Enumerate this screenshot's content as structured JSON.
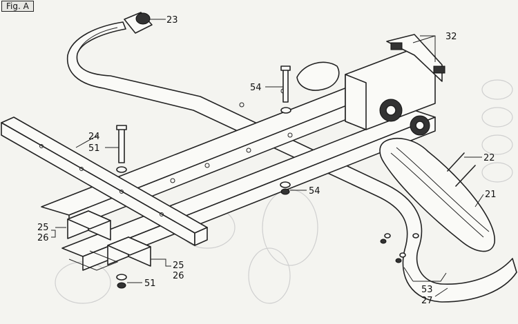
{
  "figure_label": "Fig. A",
  "callouts": [
    {
      "id": "c23",
      "text": "23"
    },
    {
      "id": "c32",
      "text": "32"
    },
    {
      "id": "c54a",
      "text": "54"
    },
    {
      "id": "c24",
      "text": "24"
    },
    {
      "id": "c51a",
      "text": "51"
    },
    {
      "id": "c22",
      "text": "22"
    },
    {
      "id": "c54b",
      "text": "54"
    },
    {
      "id": "c21",
      "text": "21"
    },
    {
      "id": "c25a",
      "text": "25"
    },
    {
      "id": "c26a",
      "text": "26"
    },
    {
      "id": "c25b",
      "text": "25"
    },
    {
      "id": "c26b",
      "text": "26"
    },
    {
      "id": "c51b",
      "text": "51"
    },
    {
      "id": "c53",
      "text": "53"
    },
    {
      "id": "c27",
      "text": "27"
    }
  ]
}
